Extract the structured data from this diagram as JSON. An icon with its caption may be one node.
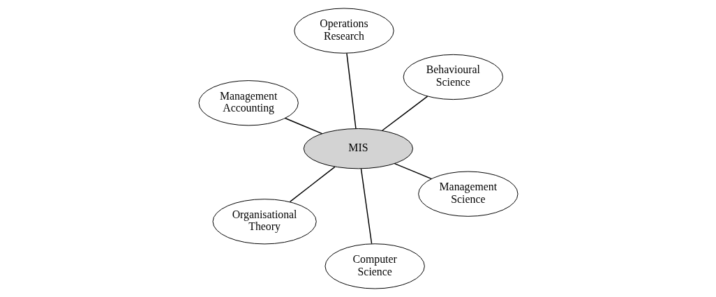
{
  "diagram": {
    "nodes": [
      {
        "text": [
          "Management Accounting"
        ]
      },
      {
        "text": [
          "Management Science"
        ]
      },
      {
        "text": [
          "Computer Science"
        ]
      },
      {
        "text": [
          "MIS"
        ]
      },
      {
        "text": [
          "Behavioural Science"
        ]
      },
      {
        "text": [
          "Operations Research"
        ]
      },
      {
        "text": [
          "Organisational Theory"
        ]
      }
    ],
    "edges": [
      {
        "from": 3,
        "to": 0,
        "arrow": "none"
      },
      {
        "from": 3,
        "to": 1,
        "arrow": "none"
      },
      {
        "from": 3,
        "to": 2,
        "arrow": "none"
      },
      {
        "from": 3,
        "to": 4,
        "arrow": "none"
      },
      {
        "from": 3,
        "to": 5,
        "arrow": "none"
      },
      {
        "from": 3,
        "to": 6,
        "arrow": "none"
      }
    ]
  }
}
